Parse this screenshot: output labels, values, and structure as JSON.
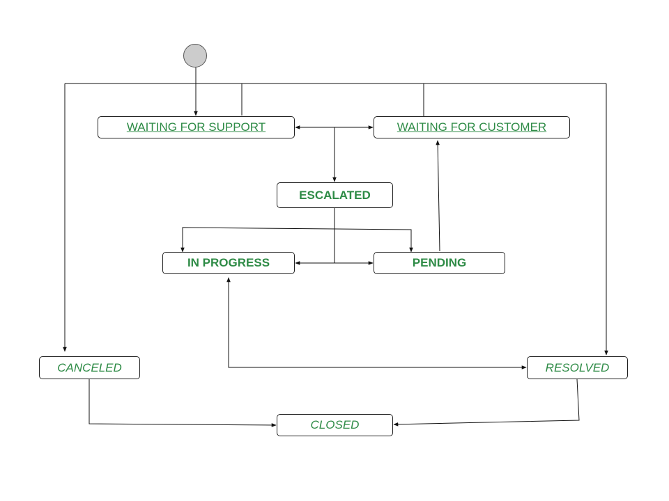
{
  "diagram": {
    "type": "state-machine",
    "colors": {
      "label": "#2e8b46",
      "line": "#111111",
      "start_fill": "#cccccc"
    },
    "states": {
      "waiting_for_support": "WAITING FOR SUPPORT",
      "waiting_for_customer": "WAITING FOR CUSTOMER",
      "escalated": "ESCALATED",
      "in_progress": "IN PROGRESS",
      "pending": "PENDING",
      "canceled": "CANCELED",
      "resolved": "RESOLVED",
      "closed": "CLOSED"
    },
    "transitions": [
      {
        "from": "start",
        "to": "waiting_for_support"
      },
      {
        "from": "waiting_for_support",
        "to": "waiting_for_customer"
      },
      {
        "from": "waiting_for_customer",
        "to": "waiting_for_support"
      },
      {
        "from": "waiting_for_support",
        "to": "escalated"
      },
      {
        "from": "escalated",
        "to": "in_progress"
      },
      {
        "from": "escalated",
        "to": "pending"
      },
      {
        "from": "in_progress",
        "to": "pending"
      },
      {
        "from": "pending",
        "to": "in_progress"
      },
      {
        "from": "pending",
        "to": "waiting_for_customer"
      },
      {
        "from": "resolved",
        "to": "in_progress"
      },
      {
        "from": "in_progress",
        "to": "resolved"
      },
      {
        "from": "waiting_for_support",
        "to": "canceled"
      },
      {
        "from": "waiting_for_customer",
        "to": "resolved"
      },
      {
        "from": "canceled",
        "to": "closed"
      },
      {
        "from": "resolved",
        "to": "closed"
      }
    ]
  }
}
